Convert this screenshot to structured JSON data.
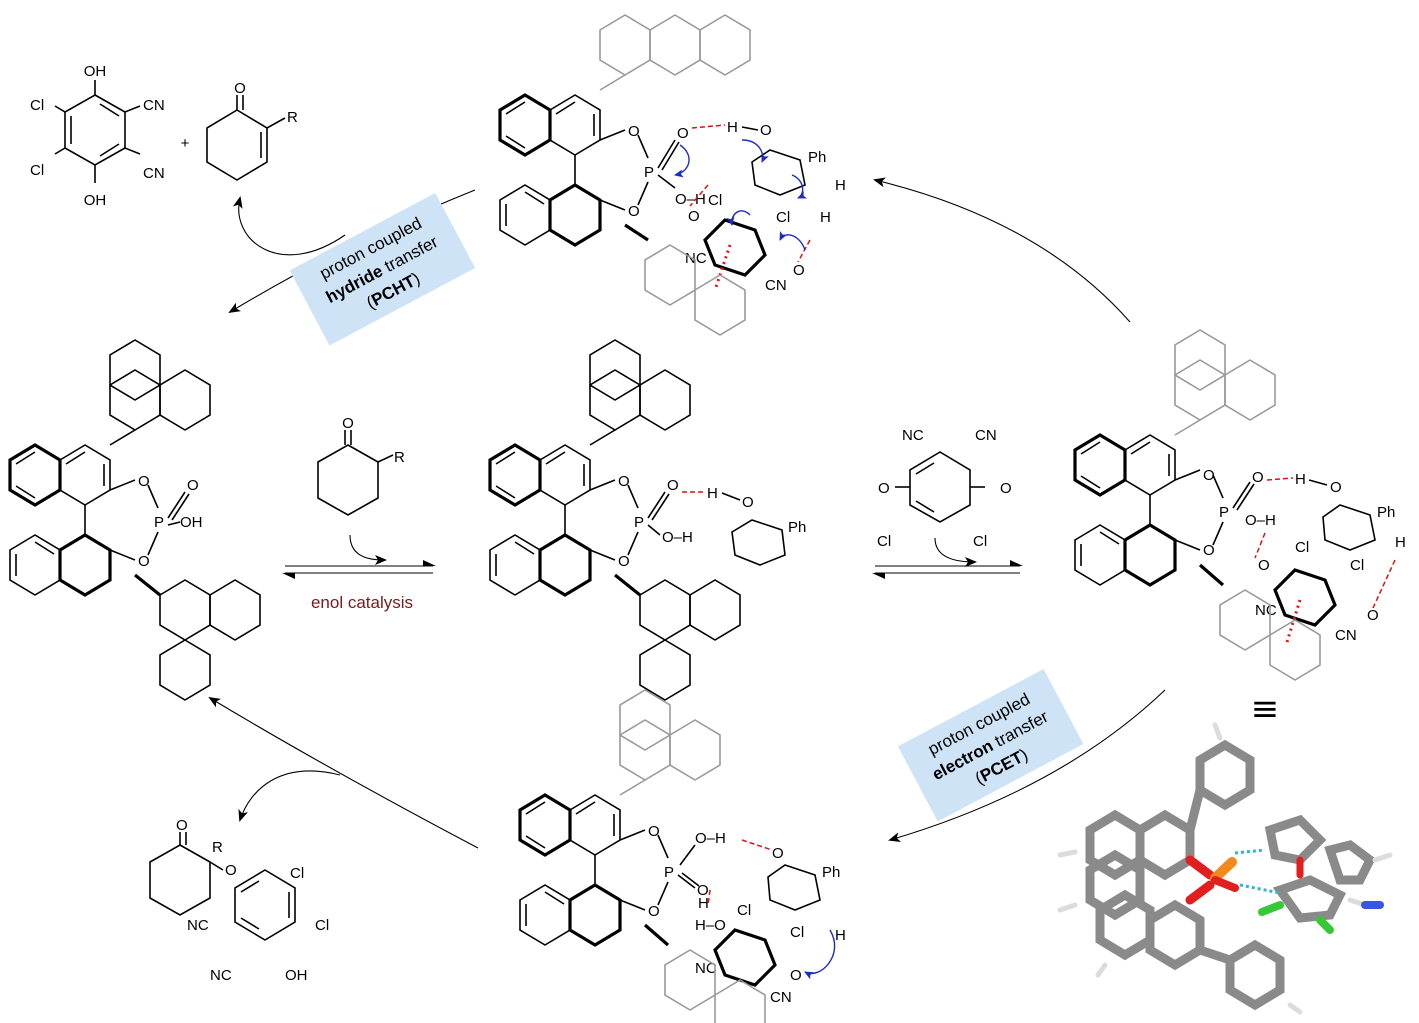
{
  "colors": {
    "box_fill": "#cfe3f7",
    "enol_catalysis": "#7a1a1a",
    "hbond": "#dd1111",
    "curved_arrow": "#1b2cc4",
    "model_p": "#f2891c",
    "model_o": "#e21e1e",
    "model_cl": "#37c837",
    "model_n": "#3a56e0",
    "model_hbond": "#31b4c8"
  },
  "labels": {
    "pcht_line1": "proton coupled",
    "pcht_line2_bold": "hydride",
    "pcht_line2_rest": " transfer",
    "pcht_line3_open": "(",
    "pcht_line3_bold": "PCHT",
    "pcht_line3_close": ")",
    "pcet_line1": "proton coupled",
    "pcet_line2_bold": "electron",
    "pcet_line2_rest": " transfer",
    "pcet_line3_open": "(",
    "pcet_line3_bold": "PCET",
    "pcet_line3_close": ")",
    "enol_catalysis": "enol catalysis",
    "equivalent": "≡",
    "plus": "+"
  },
  "atoms": {
    "OH": "OH",
    "O": "O",
    "Cl": "Cl",
    "CN": "CN",
    "NC": "NC",
    "R": "R",
    "P": "P",
    "H": "H",
    "Ph": "Ph",
    "O-H": "O–H",
    "H-O": "H–O"
  }
}
